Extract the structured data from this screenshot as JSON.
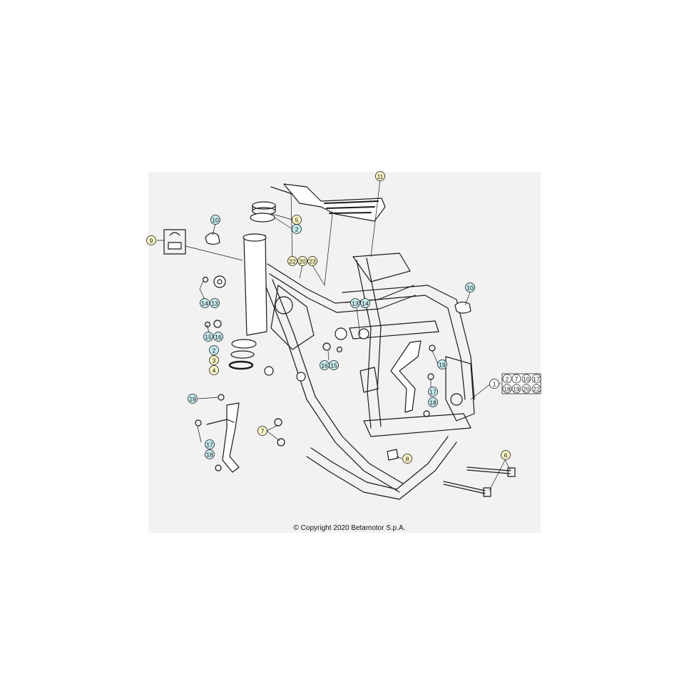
{
  "copyright": "© Copyright 2020 Betamotor S.p.A.",
  "colors": {
    "yellow": "#fbf7c4",
    "cyan": "#c6ecef",
    "white": "#ffffff",
    "line": "#1a1a1a",
    "panel": "#f2f2f2"
  },
  "callouts": [
    {
      "label": "11",
      "tone": "yellow"
    },
    {
      "label": "10",
      "tone": "cyan"
    },
    {
      "label": "5",
      "tone": "yellow"
    },
    {
      "label": "2",
      "tone": "cyan"
    },
    {
      "label": "9",
      "tone": "yellow"
    },
    {
      "label": "22",
      "tone": "yellow"
    },
    {
      "label": "20",
      "tone": "yellow"
    },
    {
      "label": "23",
      "tone": "yellow"
    },
    {
      "label": "14",
      "tone": "cyan"
    },
    {
      "label": "13",
      "tone": "cyan"
    },
    {
      "label": "13",
      "tone": "cyan"
    },
    {
      "label": "14",
      "tone": "cyan"
    },
    {
      "label": "10",
      "tone": "cyan"
    },
    {
      "label": "15",
      "tone": "cyan"
    },
    {
      "label": "16",
      "tone": "cyan"
    },
    {
      "label": "2",
      "tone": "cyan"
    },
    {
      "label": "3",
      "tone": "yellow"
    },
    {
      "label": "4",
      "tone": "yellow"
    },
    {
      "label": "16",
      "tone": "cyan"
    },
    {
      "label": "15",
      "tone": "cyan"
    },
    {
      "label": "19",
      "tone": "cyan"
    },
    {
      "label": "17",
      "tone": "cyan"
    },
    {
      "label": "18",
      "tone": "cyan"
    },
    {
      "label": "1",
      "tone": "white"
    },
    {
      "label": "19",
      "tone": "cyan"
    },
    {
      "label": "7",
      "tone": "yellow"
    },
    {
      "label": "17",
      "tone": "cyan"
    },
    {
      "label": "18",
      "tone": "cyan"
    },
    {
      "label": "8",
      "tone": "yellow"
    },
    {
      "label": "6",
      "tone": "yellow"
    }
  ],
  "kit_box": [
    "2",
    "7",
    "10",
    "17",
    "18",
    "19",
    "20",
    "22"
  ]
}
